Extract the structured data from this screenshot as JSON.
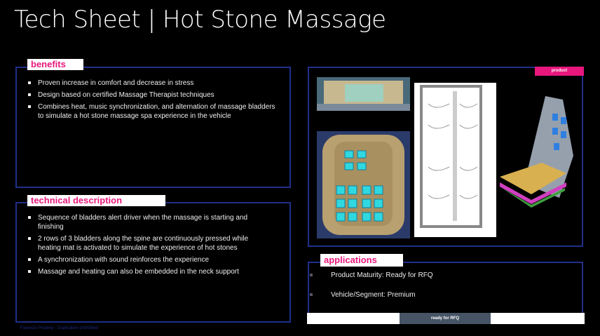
{
  "title": "Tech Sheet | Hot Stone Massage",
  "benefits": {
    "label": "benefits",
    "items": [
      "Proven increase in comfort and decrease in stress",
      "Design based on certified Massage Therapist techniques",
      "Combines heat, music synchronization, and alternation of massage bladders to simulate a  hot stone massage spa experience in the vehicle"
    ]
  },
  "technical": {
    "label": "technical description",
    "items": [
      "Sequence of bladders alert driver when the massage is starting and finishing",
      "2 rows of 3 bladders along the spine are continuously pressed while heating mat is activated to simulate the experience of hot stones",
      "A synchronization with sound reinforces the experience",
      "Massage and heating can also be embedded in the neck support"
    ]
  },
  "product": {
    "label": "product"
  },
  "applications": {
    "label": "applications",
    "items": [
      "Product Maturity: Ready for  RFQ",
      "Vehicle/Segment: Premium"
    ]
  },
  "status": {
    "label": "ready for RFQ",
    "color": "#465466"
  },
  "footer": "Faurecia Property - Duplication prohibited",
  "colors": {
    "accent": "#e8177d",
    "border": "#1f2f8a"
  }
}
